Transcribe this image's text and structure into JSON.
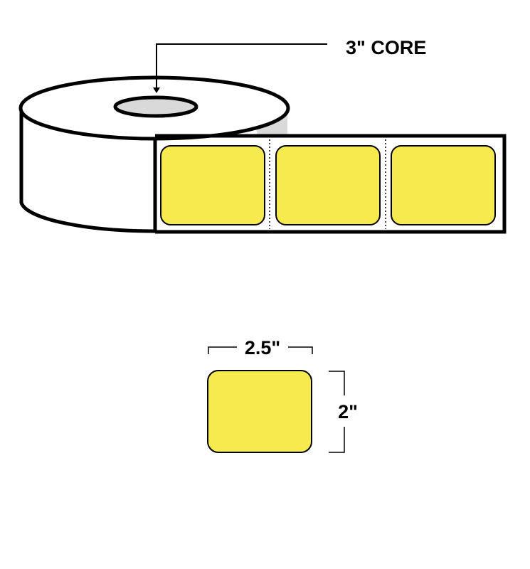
{
  "labels": {
    "core": "3\" CORE",
    "width": "2.5\"",
    "height": "2\""
  },
  "colors": {
    "label_fill": "#f7ea4f",
    "outline": "#000000",
    "roll_face": "#ffffff",
    "core_hole": "#d9d9d9",
    "roll_inner_shadow": "#d9d9d9",
    "background": "#ffffff"
  },
  "roll": {
    "visible_labels": 3
  }
}
